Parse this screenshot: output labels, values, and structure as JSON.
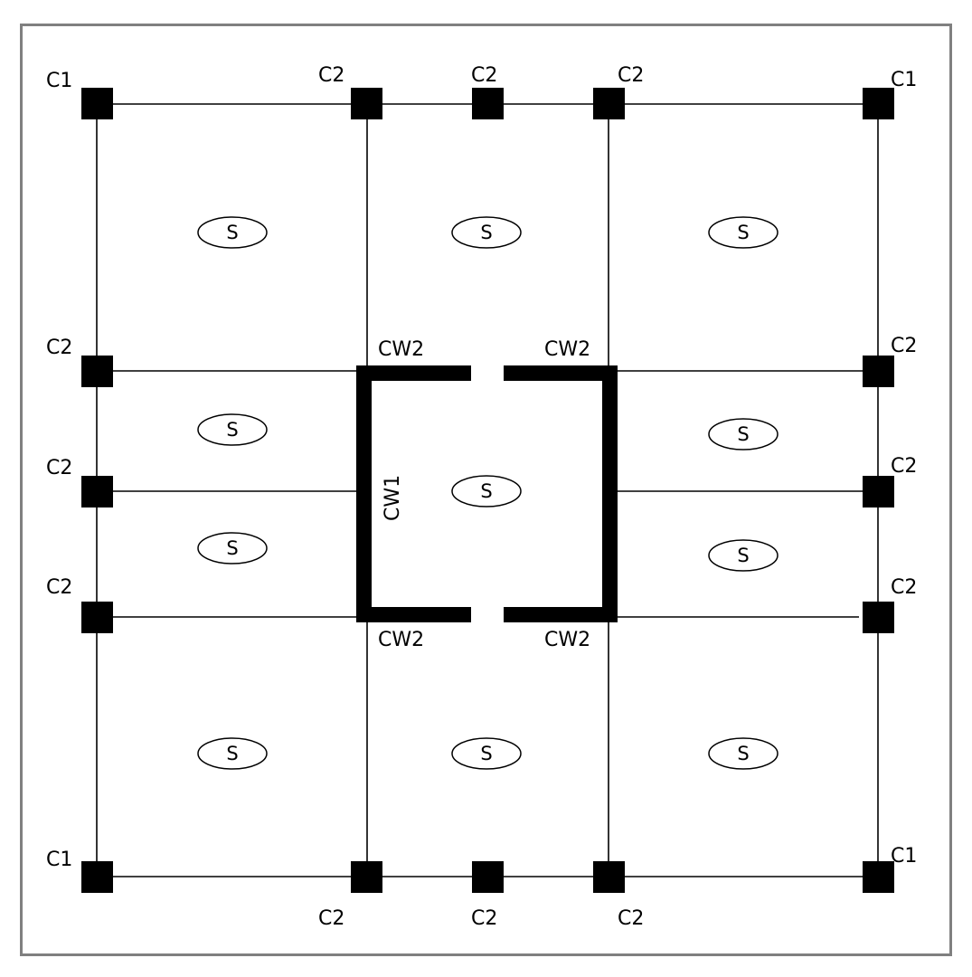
{
  "diagram": {
    "column_labels": {
      "c_tl": "C1",
      "c_tr": "C1",
      "c_bl": "C1",
      "c_br": "C1",
      "c_top1": "C2",
      "c_top2": "C2",
      "c_top3": "C2",
      "c_bot1": "C2",
      "c_bot2": "C2",
      "c_bot3": "C2",
      "c_left1": "C2",
      "c_left2": "C2",
      "c_left3": "C2",
      "c_right1": "C2",
      "c_right2": "C2",
      "c_right3": "C2"
    },
    "wall_labels": {
      "cw1": "CW1",
      "cw2_tl": "CW2",
      "cw2_tr": "CW2",
      "cw2_bl": "CW2",
      "cw2_br": "CW2"
    },
    "slab_label": "S",
    "colors": {
      "frame": "#808080",
      "members": "#000000",
      "background": "#ffffff"
    }
  }
}
